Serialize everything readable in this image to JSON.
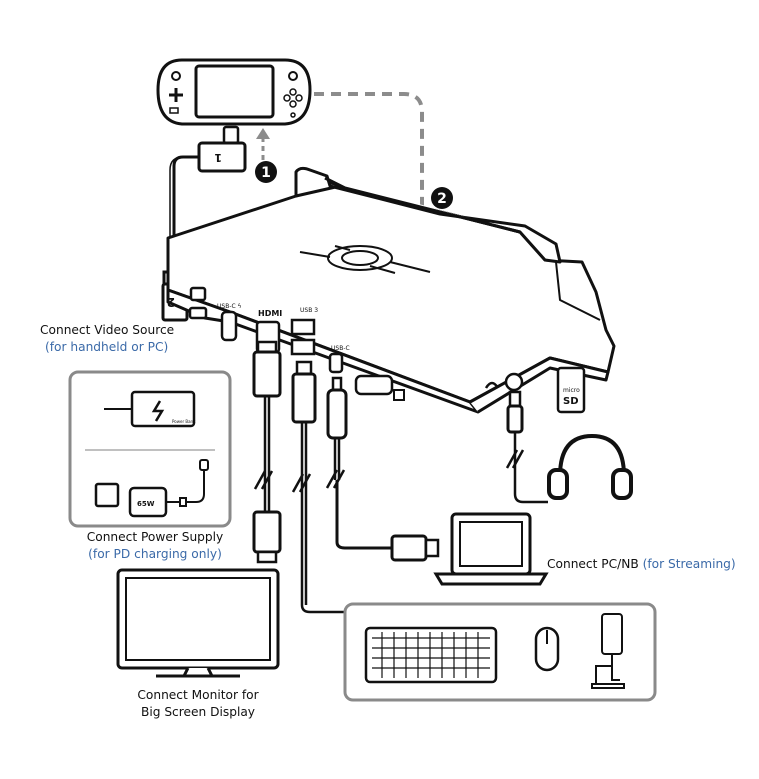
{
  "labels": {
    "video_source": {
      "main": "Connect Video Source",
      "sub": "(for handheld or PC)"
    },
    "power_supply": {
      "main": "Connect Power Supply",
      "sub": "(for PD charging only)"
    },
    "monitor": {
      "line1": "Connect Monitor for",
      "line2": "Big Screen Display"
    },
    "pc": {
      "main": "Connect PC/NB ",
      "sub": "(for Streaming)"
    }
  },
  "steps": {
    "one": "1",
    "two": "2"
  },
  "plug_marks": {
    "short_plug": "1",
    "long_plug": "2"
  },
  "port_labels": {
    "usb_c_pd": "USB-C ϟ",
    "hdmi": "HDMI",
    "usb3": "USB 3",
    "usb_c": "USB-C",
    "micro_sd_top": "micro",
    "micro_sd_bottom": "SD"
  },
  "power_bank_text": "Power Bank",
  "charger_text": "65W",
  "colors": {
    "line": "#111111",
    "frame": "#8a8a8a",
    "dashed": "#8c8c8c",
    "accent": "#3b6aa8"
  }
}
